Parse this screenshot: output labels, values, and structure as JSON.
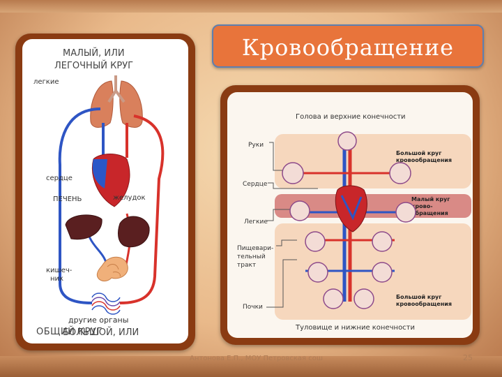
{
  "title": "Кровообращение",
  "left_diagram": {
    "header_line1": "МАЛЫЙ, ИЛИ",
    "header_line2": "ЛЕГОЧНЫЙ КРУГ",
    "lungs": "легкие",
    "heart": "сердце",
    "liver": "ПЕЧЕНЬ",
    "stomach": "желудок",
    "intestine_line1": "кишеч-",
    "intestine_line2": "ник",
    "other_organs": "другие органы",
    "footer_line1": "БОЛЬШОЙ, ИЛИ",
    "footer_line2": "ОБЩИЙ КРУГ"
  },
  "right_diagram": {
    "top": "Голова и верхние конечности",
    "arms": "Руки",
    "heart": "Сердце",
    "lungs": "Легкие",
    "digestive_line1": "Пищевари-",
    "digestive_line2": "тельный",
    "digestive_line3": "тракт",
    "kidneys": "Почки",
    "bottom": "Туловище и нижние конечности",
    "systemic_upper_line1": "Большой круг",
    "systemic_upper_line2": "кровообращения",
    "pulmonary_line1": "Малый круг",
    "pulmonary_line2": "крово-",
    "pulmonary_line3": "обращения",
    "systemic_lower_line1": "Большой круг",
    "systemic_lower_line2": "кровообращения"
  },
  "footer": {
    "author": "Антонова Е.П., МОУ Петровская сош",
    "page": "25"
  },
  "colors": {
    "title_bg": "#e8743b",
    "panel_frame": "#8a3b12",
    "artery": "#d8322b",
    "vein": "#2e55c4",
    "band_pulmonary": "#d98a86",
    "band_systemic": "#f6d7bd"
  }
}
